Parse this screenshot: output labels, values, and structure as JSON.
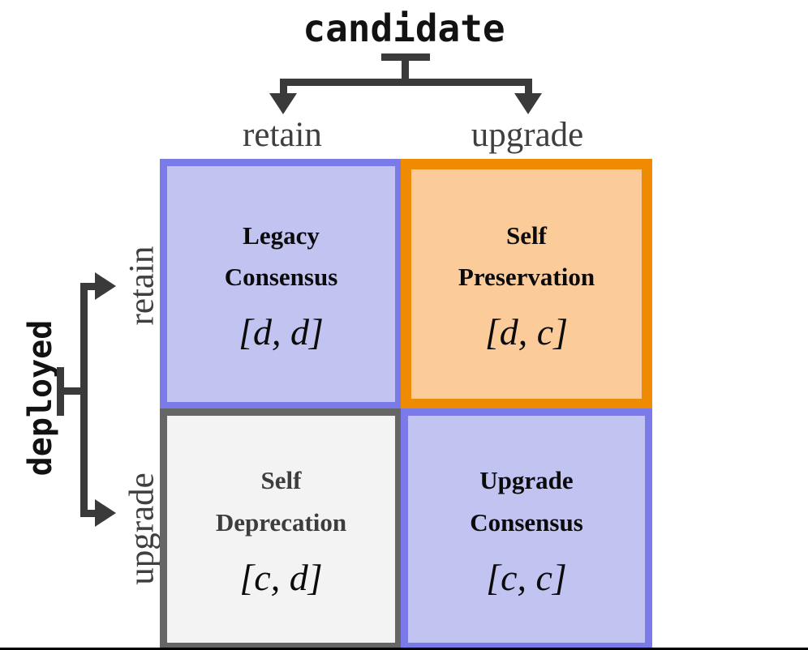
{
  "figure": {
    "type": "payoff-matrix",
    "column_axis": {
      "title": "candidate",
      "labels": [
        "retain",
        "upgrade"
      ]
    },
    "row_axis": {
      "title": "deployed",
      "labels": [
        "retain",
        "upgrade"
      ]
    },
    "cells": [
      {
        "row": "retain",
        "column": "retain",
        "title": "Legacy\nConsensus",
        "payoff": "[d, d]",
        "style": "blue",
        "fill": "#C1C3F1",
        "border": "#7A7AE8",
        "text_color": "#0b0b0b"
      },
      {
        "row": "retain",
        "column": "upgrade",
        "title": "Self\nPreservation",
        "payoff": "[d, c]",
        "style": "orange",
        "fill": "#FCCB9A",
        "border": "#EF8B02",
        "text_color": "#0b0b0b"
      },
      {
        "row": "upgrade",
        "column": "retain",
        "title": "Self\nDeprecation",
        "payoff": "[c, d]",
        "style": "gray",
        "fill": "#F3F3F3",
        "border": "#666666",
        "text_color": "#3d3d3d"
      },
      {
        "row": "upgrade",
        "column": "upgrade",
        "title": "Upgrade\nConsensus",
        "payoff": "[c, c]",
        "style": "blue",
        "fill": "#C1C3F1",
        "border": "#7A7AE8",
        "text_color": "#0b0b0b"
      }
    ],
    "colors": {
      "bracket": "#3a3a3a",
      "axis_label": "#3f3f3f",
      "axis_title": "#121212",
      "background": "#ffffff",
      "bottom_rule": "#000000"
    }
  }
}
